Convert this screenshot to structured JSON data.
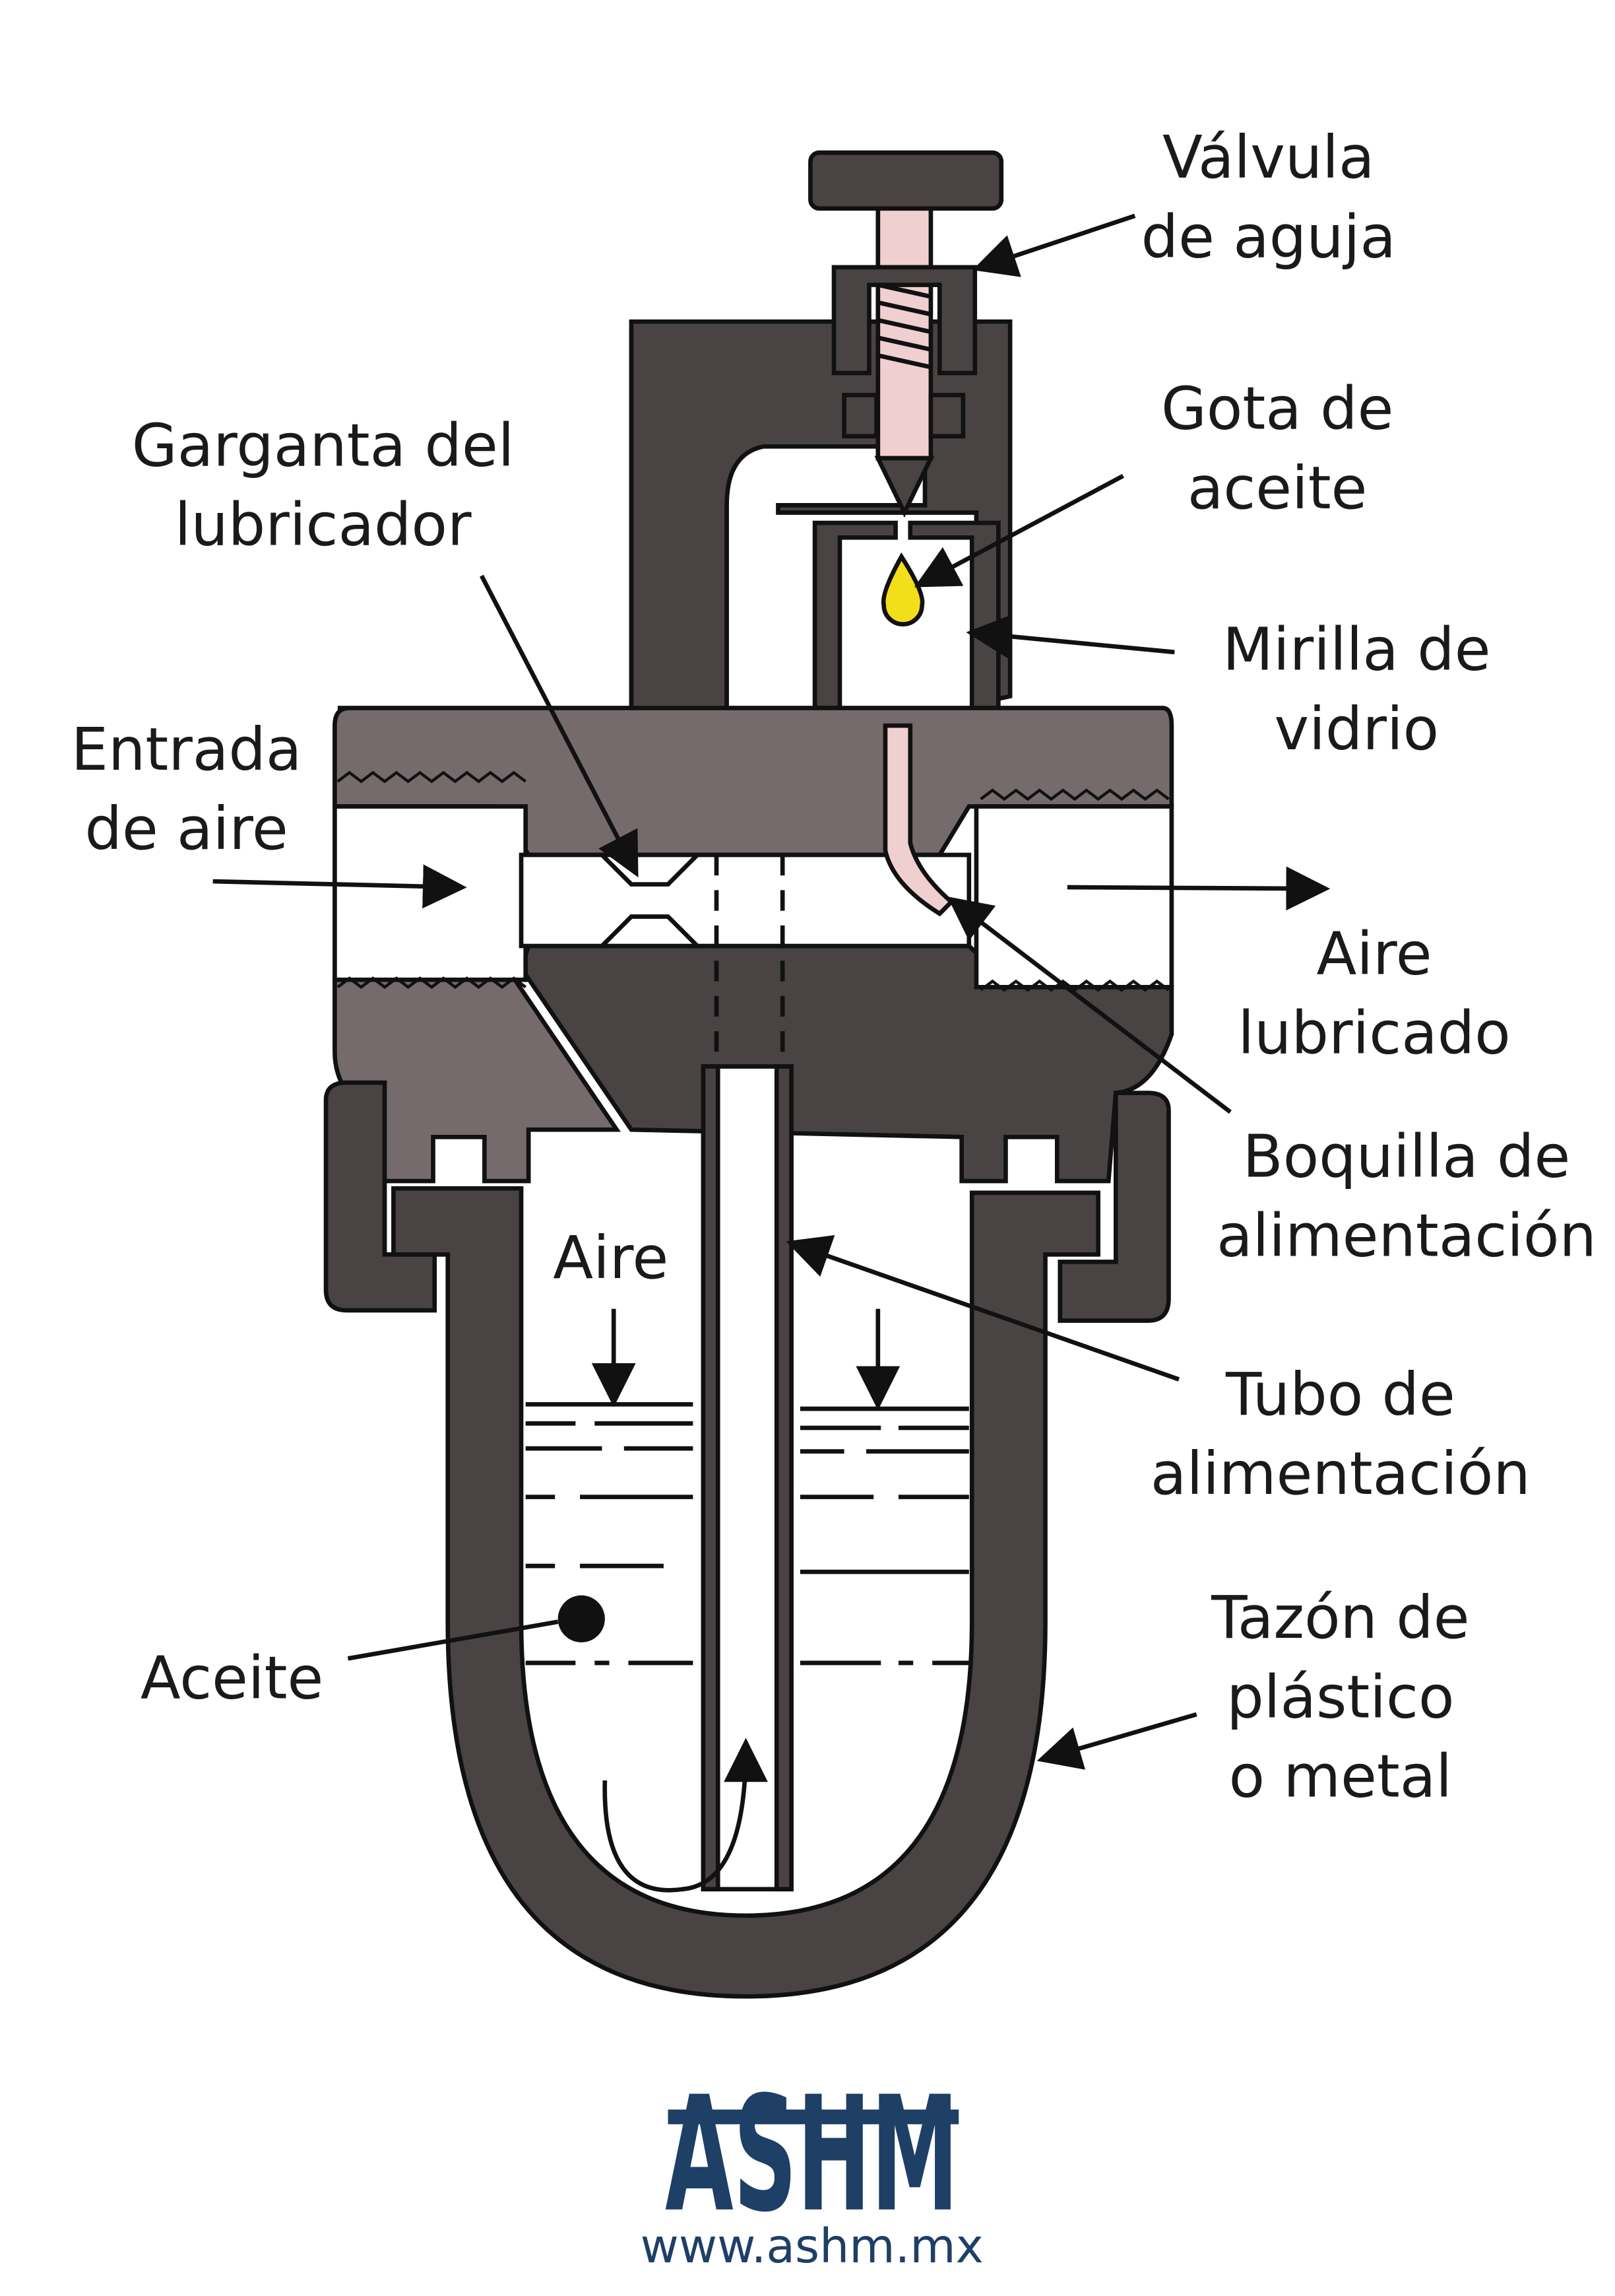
{
  "labels": {
    "valvula_aguja": [
      "Válvula",
      "de aguja"
    ],
    "gota_aceite": [
      "Gota de",
      "aceite"
    ],
    "garganta": [
      "Garganta del",
      "lubricador"
    ],
    "mirilla": [
      "Mirilla de",
      "vidrio"
    ],
    "entrada_aire": [
      "Entrada",
      "de aire"
    ],
    "aire_lubricado": [
      "Aire",
      "lubricado"
    ],
    "boquilla": [
      "Boquilla de",
      "alimentación"
    ],
    "aire": "Aire",
    "tubo": [
      "Tubo de",
      "alimentación"
    ],
    "aceite": "Aceite",
    "tazon": [
      "Tazón de",
      "plástico",
      "o metal"
    ]
  },
  "logo": {
    "name": "ASHM",
    "url": "www.ashm.mx"
  },
  "colors": {
    "body_dark": "#4a4344",
    "body_mid": "#766b6c",
    "needle_pink": "#efcfcf",
    "oil_drop": "#f2df19",
    "logo_blue": "#1e3f66"
  }
}
